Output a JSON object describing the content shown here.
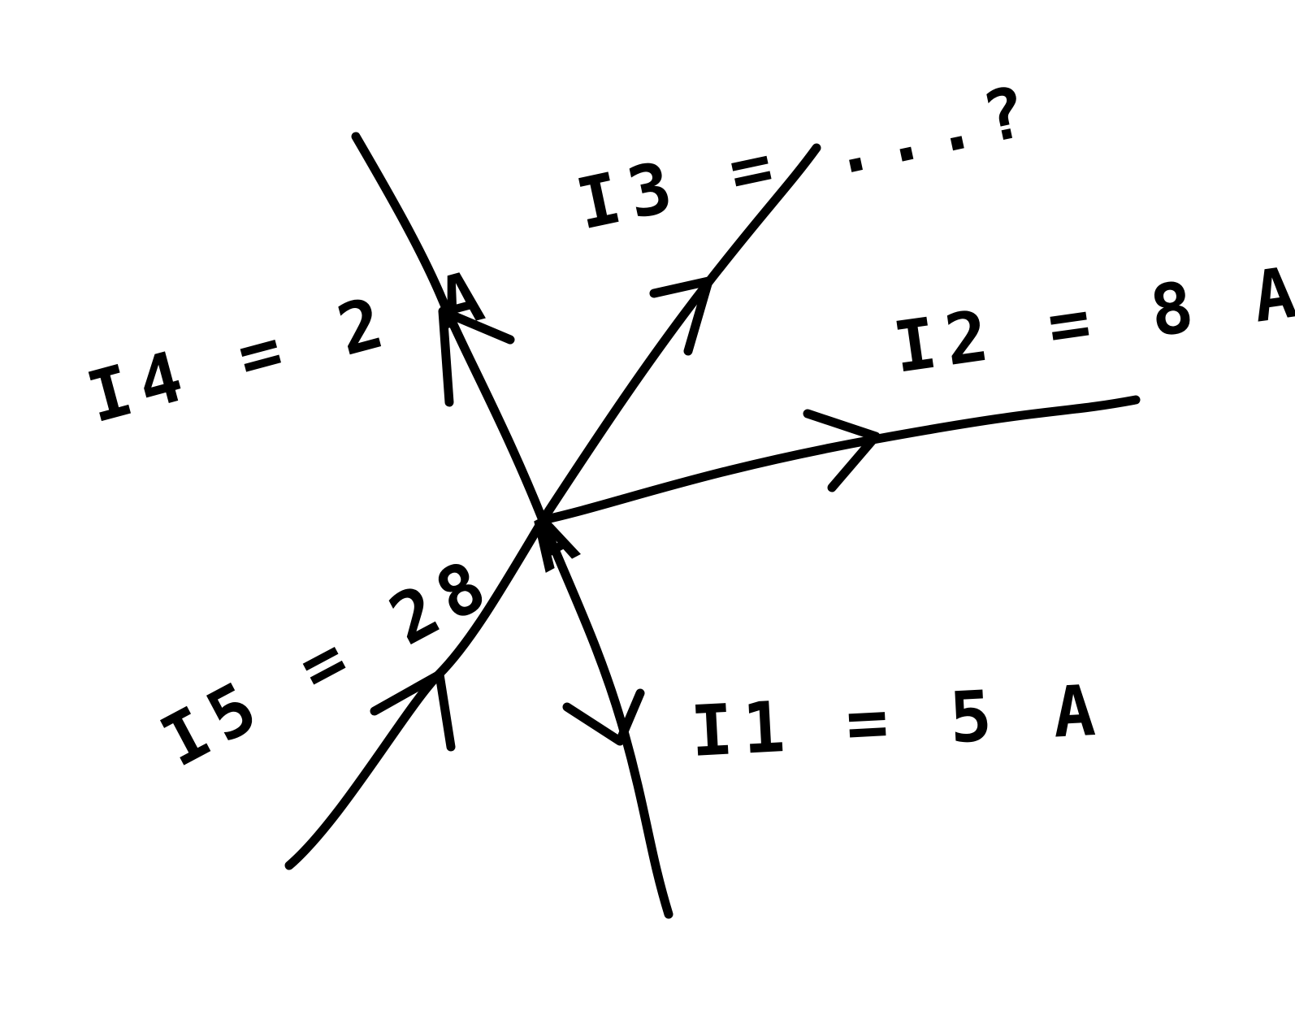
{
  "diagram": {
    "currents": [
      {
        "label": "I1 = 5 A",
        "direction": "out"
      },
      {
        "label": "I2 = 8 A",
        "direction": "out"
      },
      {
        "label": "I3 = ...?",
        "direction": "out"
      },
      {
        "label": "I4 = 2 A",
        "direction": "out"
      },
      {
        "label": "I5 = 28 A",
        "direction": "in"
      }
    ],
    "style": {
      "stroke_color": "#000000",
      "background": "#ffffff"
    }
  }
}
